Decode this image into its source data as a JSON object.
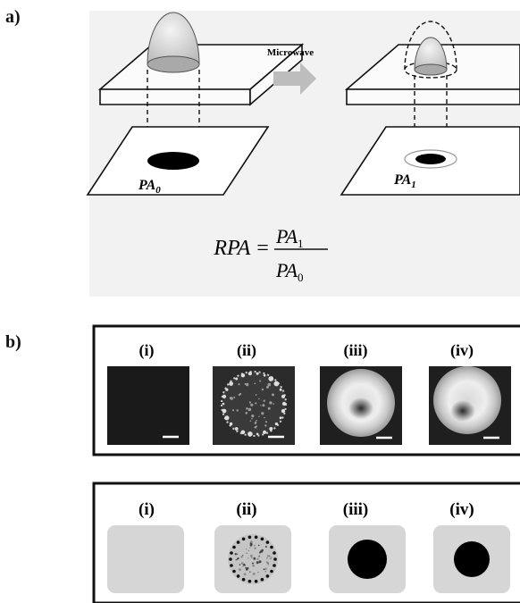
{
  "panel_a": {
    "label": "a)",
    "arrow_label": "Microwave",
    "pa0_base": "PA",
    "pa0_sub": "0",
    "pa1_base": "PA",
    "pa1_sub": "1",
    "formula": {
      "lhs": "RPA =",
      "numerator_base": "PA",
      "numerator_sub": "1",
      "denominator_base": "PA",
      "denominator_sub": "0"
    }
  },
  "panel_b": {
    "label": "b)",
    "top_row_labels": [
      "(i)",
      "(ii)",
      "(iii)",
      "(iv)"
    ],
    "bottom_row_labels": [
      "(i)",
      "(ii)",
      "(iii)",
      "(iv)"
    ]
  }
}
